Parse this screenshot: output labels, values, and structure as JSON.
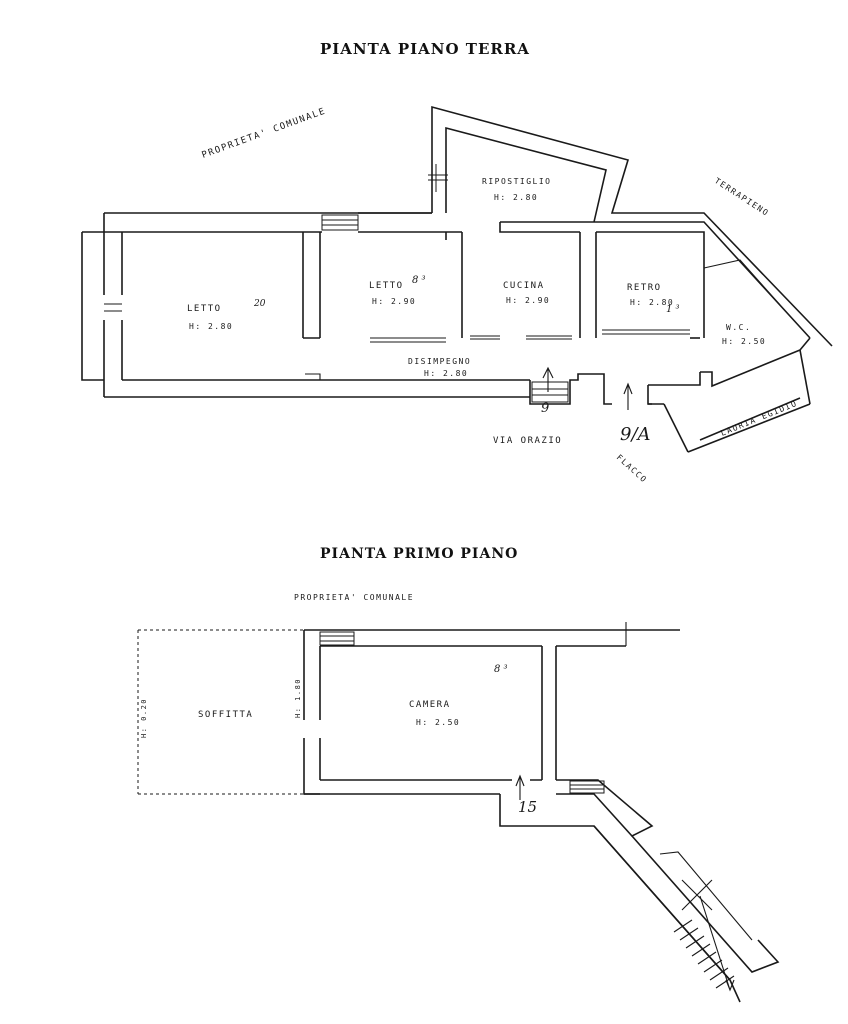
{
  "ground_floor": {
    "title": "PIANTA PIANO TERRA",
    "surroundings": {
      "proprieta_comunale": "PROPRIETA' COMUNALE",
      "terrapieno": "TERRAPIENO",
      "lauria_egidio": "LAURIA EGIDIO",
      "via_orazio": "VIA ORAZIO",
      "flacco": "FLACCO"
    },
    "rooms": {
      "letto1": {
        "name": "LETTO",
        "height": "H: 2.80",
        "note": "20"
      },
      "letto2": {
        "name": "LETTO",
        "height": "H: 2.90",
        "note": "8 ³"
      },
      "cucina": {
        "name": "CUCINA",
        "height": "H: 2.90"
      },
      "retro": {
        "name": "RETRO",
        "height": "H: 2.80",
        "note": "1 ³"
      },
      "wc": {
        "name": "W.C.",
        "height": "H: 2.50"
      },
      "ripostiglio": {
        "name": "RIPOSTIGLIO",
        "height": "H: 2.80"
      },
      "disimpegno": {
        "name": "DISIMPEGNO",
        "height": "H: 2.80"
      }
    },
    "civic_numbers": {
      "main": "9",
      "secondary": "9/A"
    }
  },
  "first_floor": {
    "title": "PIANTA PRIMO PIANO",
    "surroundings": {
      "proprieta_comunale": "PROPRIETA' COMUNALE"
    },
    "rooms": {
      "soffitta": {
        "name": "SOFFITTA",
        "height_left": "H: 0.20",
        "height_right": "H: 1.80"
      },
      "camera": {
        "name": "CAMERA",
        "height": "H: 2.50",
        "note": "8 ³"
      }
    },
    "civic_numbers": {
      "main": "15"
    }
  }
}
